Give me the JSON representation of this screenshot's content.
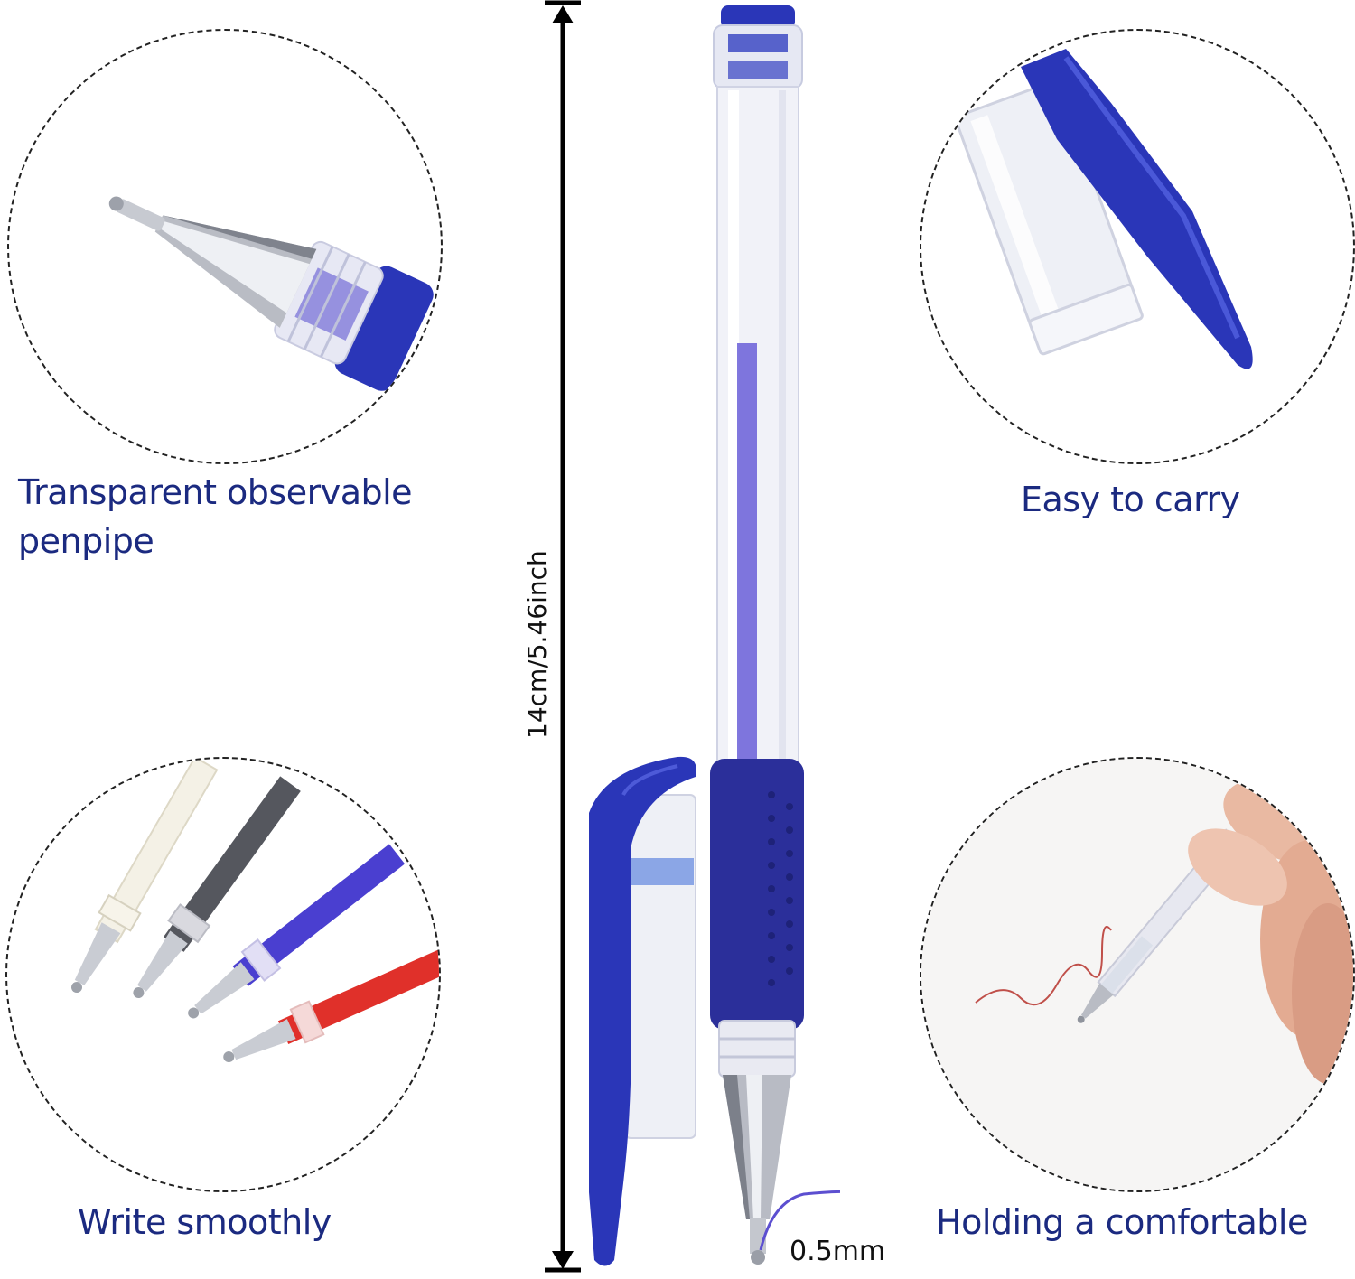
{
  "features": {
    "top_left": {
      "caption_line1": "Transparent observable",
      "caption_line2": "penpipe",
      "illustration": "pen-tip-closeup"
    },
    "top_right": {
      "caption": "Easy to carry",
      "illustration": "pen-clip-closeup"
    },
    "bottom_left": {
      "caption": "Write smoothly",
      "illustration": "gel-refills"
    },
    "bottom_right": {
      "caption": "Holding a comfortable",
      "illustration": "hand-writing"
    }
  },
  "dimension": {
    "length_label": "14cm/5.46inch"
  },
  "tip": {
    "size_label": "0.5mm"
  },
  "refills": [
    {
      "color": "white",
      "ink": "#f4f1e6"
    },
    {
      "color": "black",
      "ink": "#55575e"
    },
    {
      "color": "blue",
      "ink": "#4a3fd0"
    },
    {
      "color": "red",
      "ink": "#e0302a"
    }
  ],
  "colors": {
    "caption": "#1b2a80",
    "pen_blue": "#2a36b8",
    "grip_blue": "#2b2f9a",
    "ink_line": "#5c4fd0"
  }
}
